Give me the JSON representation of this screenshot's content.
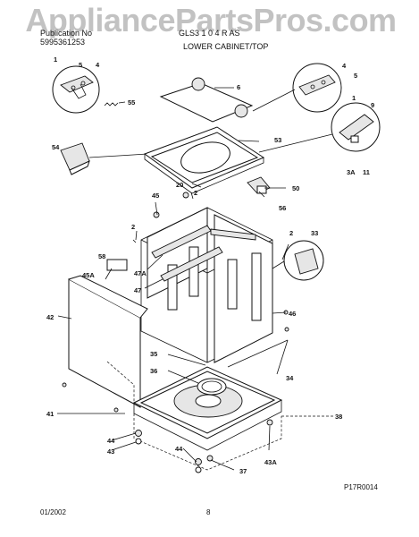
{
  "watermark": "AppliancePartsPros.com",
  "header": {
    "line1": "Publication No",
    "line1_right": "GLS3 1 0 4 R AS",
    "line2": "5995361253",
    "title": "LOWER CABINET/TOP"
  },
  "callouts": {
    "c1a": "1",
    "c5a": "5",
    "c4a": "4",
    "c55": "55",
    "c6": "6",
    "c4b": "4",
    "c5b": "5",
    "c1b": "1",
    "c9": "9",
    "c3a": "3A",
    "c11": "11",
    "c54": "54",
    "c53": "53",
    "c20": "20",
    "c2a": "2",
    "c50": "50",
    "c56": "56",
    "c45": "45",
    "c2b": "2",
    "c2c": "2",
    "c33": "33",
    "c47a": "47A",
    "c58": "58",
    "c45a": "45A",
    "c47": "47",
    "c42": "42",
    "c46": "46",
    "c35": "35",
    "c36": "36",
    "c34": "34",
    "c41": "41",
    "c38": "38",
    "c44a": "44",
    "c43a": "43",
    "c44b": "44",
    "c37": "37",
    "c43b": "43A"
  },
  "figure_code": "P17R0014",
  "footer": {
    "date": "01/2002",
    "page": "8"
  }
}
